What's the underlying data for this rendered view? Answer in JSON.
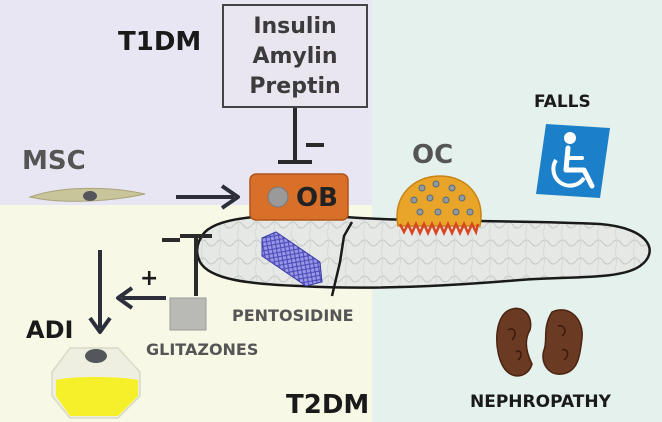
{
  "labels": {
    "t1dm": "T1DM",
    "t2dm": "T2DM",
    "msc": "MSC",
    "ob": "OB",
    "oc": "OC",
    "falls": "FALLS",
    "adi": "ADI",
    "glitazones": "GLITAZONES",
    "pentosidine": "PENTOSIDINE",
    "nephropathy": "NEPHROPATHY",
    "plus_sign": "+"
  },
  "hormones": [
    "Insulin",
    "Amylin",
    "Preptin"
  ],
  "colors": {
    "t1dm_region": "#e8e6f2",
    "t2dm_region": "#f7f8e6",
    "right_region": "#e4f1ec",
    "ob_cell": "#d9702a",
    "oc_cell": "#e8a52a",
    "adipocyte_fat": "#f5f02a",
    "wheelchair_sign": "#1c7fc9",
    "kidney": "#6b3a22",
    "no_symbol": "#e04a4a",
    "bone": "#e5e7e5",
    "collagen": "#6a6ad6"
  },
  "icons": [
    "no-symbol-icon",
    "wheelchair-icon",
    "kidney-icon"
  ]
}
